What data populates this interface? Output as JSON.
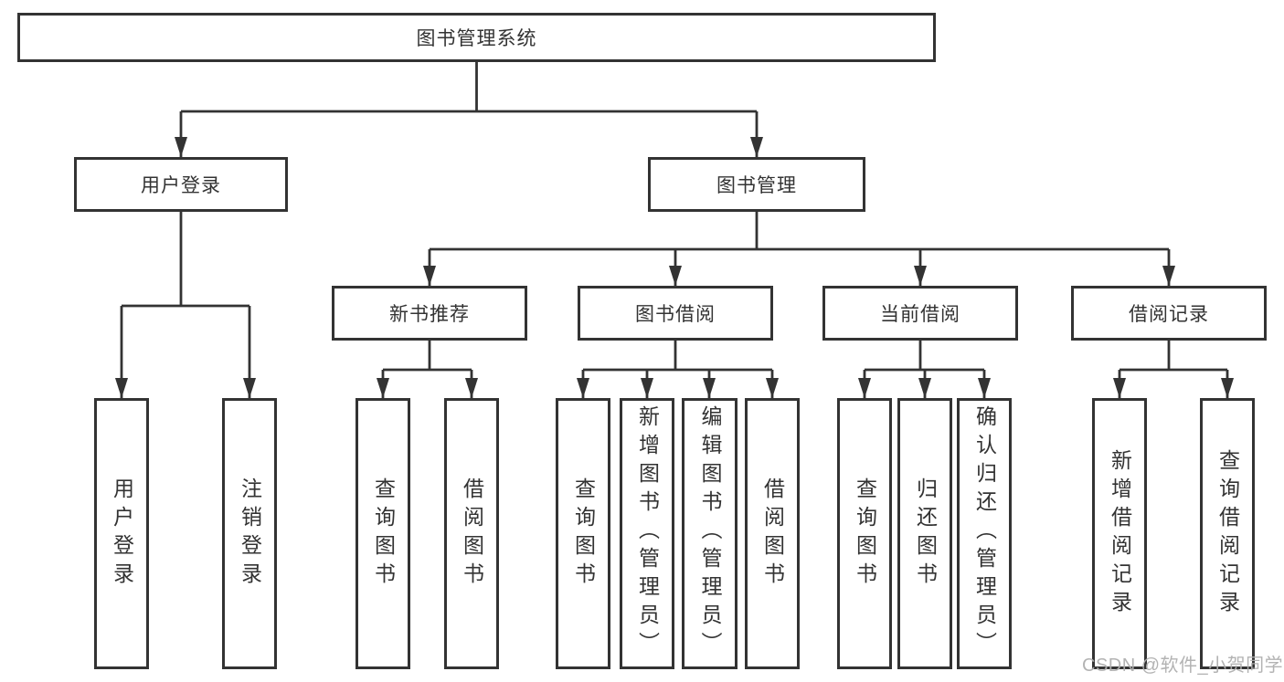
{
  "diagram": {
    "title": "图书管理系统",
    "root": {
      "label": "图书管理系统"
    },
    "level2": [
      {
        "label": "用户登录"
      },
      {
        "label": "图书管理"
      }
    ],
    "level3": [
      {
        "label": "新书推荐"
      },
      {
        "label": "图书借阅"
      },
      {
        "label": "当前借阅"
      },
      {
        "label": "借阅记录"
      }
    ],
    "leaves": [
      {
        "label": "用户登录"
      },
      {
        "label": "注销登录"
      },
      {
        "label": "查询图书"
      },
      {
        "label": "借阅图书"
      },
      {
        "label": "查询图书"
      },
      {
        "label": "新增图书（管理员）"
      },
      {
        "label": "编辑图书（管理员）"
      },
      {
        "label": "借阅图书"
      },
      {
        "label": "查询图书"
      },
      {
        "label": "归还图书"
      },
      {
        "label": "确认归还（管理员）"
      },
      {
        "label": "新增借阅记录"
      },
      {
        "label": "查询借阅记录"
      }
    ]
  },
  "watermark": {
    "text": "CSDN @软件_小贺同学"
  },
  "colors": {
    "line": "#333333",
    "text": "#333333",
    "watermark": "#afafaf",
    "background": "#ffffff"
  }
}
